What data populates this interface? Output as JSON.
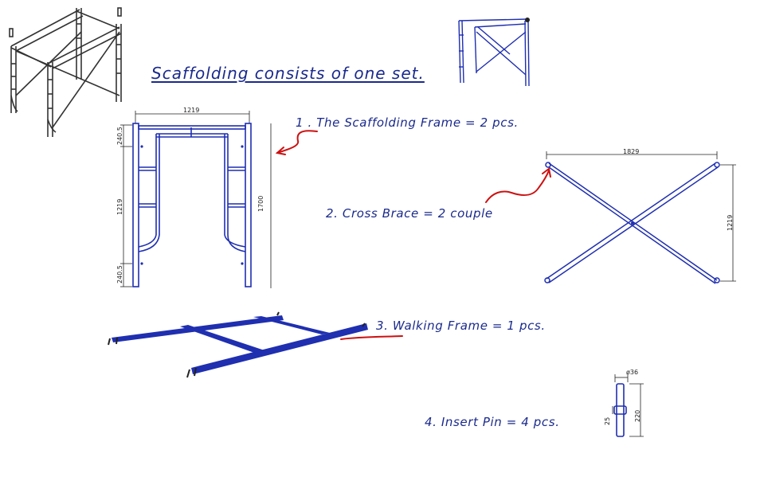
{
  "title": "Scaffolding consists of one set.",
  "items": [
    {
      "label": "1 . The Scaffolding Frame =  2 pcs."
    },
    {
      "label": "2. Cross Brace = 2 couple"
    },
    {
      "label": "3. Walking Frame = 1 pcs."
    },
    {
      "label": "4. Insert Pin = 4 pcs."
    }
  ],
  "dimensions": {
    "frame_width": "1219",
    "frame_top_gap": "240.5",
    "frame_mid": "1219",
    "frame_bottom_gap": "240.5",
    "frame_height": "1700",
    "brace_width": "1829",
    "brace_height": "1219",
    "pin_dia": "ø36",
    "pin_length": "220",
    "pin_mid": "25"
  },
  "colors": {
    "part_blue": "#1f2fb0",
    "text_blue": "#1a2a8c",
    "arrow_red": "#cc1111",
    "line_dark": "#222222"
  }
}
